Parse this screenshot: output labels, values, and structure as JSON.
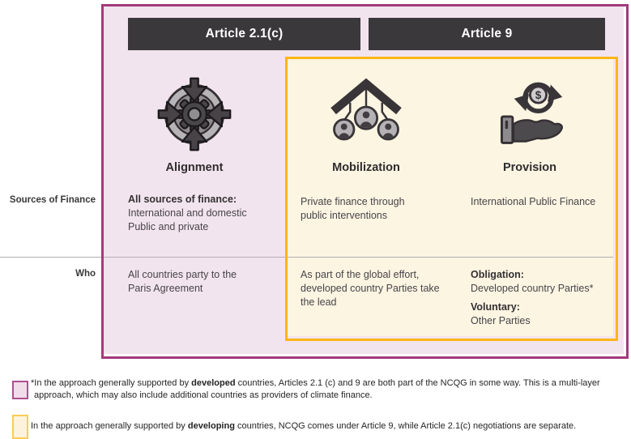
{
  "colors": {
    "outer_border": "#a23a7c",
    "outer_fill": "#f2e4ee",
    "header_bar": "#3b383b",
    "header_text": "#ffffff",
    "inner_border": "#fbb617",
    "inner_fill": "#fcf5e2"
  },
  "headers": [
    {
      "label": "Article 2.1(c)"
    },
    {
      "label": "Article 9"
    }
  ],
  "row_labels": {
    "sources": "Sources of Finance",
    "who": "Who"
  },
  "columns": {
    "alignment": {
      "icon": "gear-target-icon",
      "title": "Alignment",
      "sources_heading": "All sources of finance:",
      "sources_line1": "International and domestic",
      "sources_line2": "Public and private",
      "who": "All countries party to the Paris Agreement"
    },
    "mobilization": {
      "icon": "people-network-icon",
      "title": "Mobilization",
      "sources": "Private finance through public interventions",
      "who": "As part of the global effort, developed country Parties take the lead"
    },
    "provision": {
      "icon": "hand-money-cycle-icon",
      "title": "Provision",
      "sources": "International Public Finance",
      "who_obligation_label": "Obligation:",
      "who_obligation_value": "Developed country Parties*",
      "who_voluntary_label": "Voluntary:",
      "who_voluntary_value": "Other Parties"
    }
  },
  "footnotes": [
    {
      "swatch": "pink",
      "prefix": "*In the approach generally supported by ",
      "bold": "developed",
      "suffix": " countries, Articles 2.1 (c) and 9 are both part of the NCQG in some way. This is a multi-layer approach, which may also include additional countries as providers of climate finance."
    },
    {
      "swatch": "yellow",
      "prefix": "In the approach generally supported by ",
      "bold": "developing",
      "suffix": " countries, NCQG comes under Article 9, while Article 2.1(c) negotiations are separate."
    }
  ]
}
